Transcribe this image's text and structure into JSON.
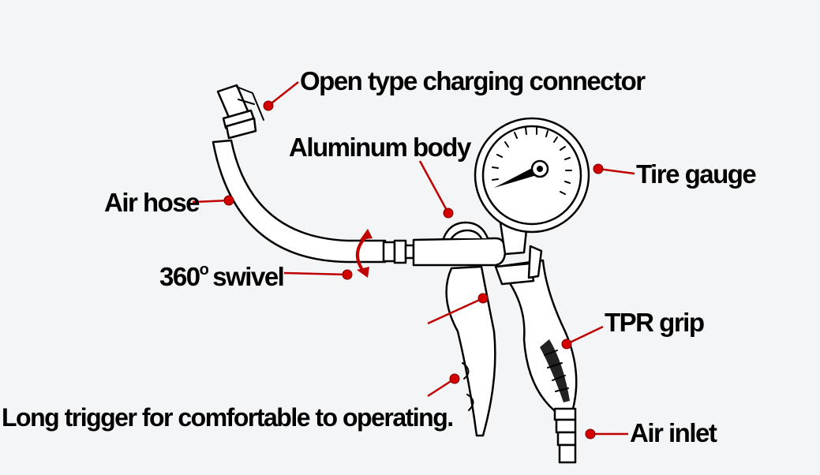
{
  "labels": {
    "connector": "Open type charging connector",
    "body": "Aluminum body",
    "gauge": "Tire gauge",
    "hose": "Air hose",
    "swivel_number": "360",
    "swivel_degree": "o",
    "swivel_word": "swivel",
    "grip": "TPR grip",
    "trigger": "Long trigger for comfortable to operating.",
    "inlet": "Air inlet"
  },
  "colors": {
    "leader": "#c00000",
    "dot": "#d40000",
    "background": "#f4f5f6"
  }
}
